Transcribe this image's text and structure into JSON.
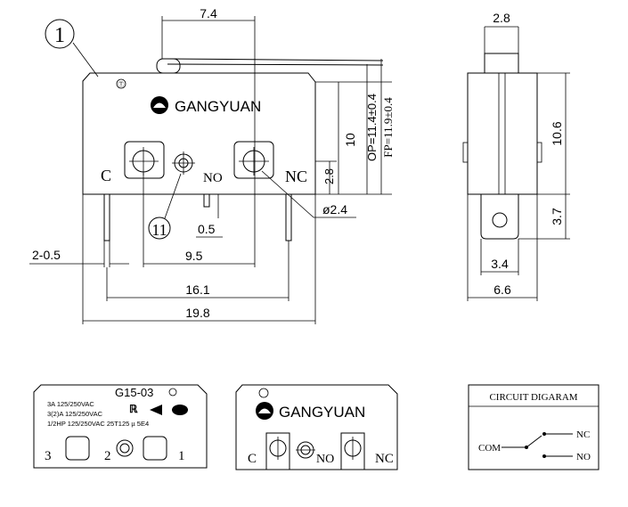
{
  "callouts": {
    "one": "1",
    "eleven": "11"
  },
  "brand": {
    "name": "GANGYUAN",
    "mark": "Ⓣ"
  },
  "dims": {
    "lever_offset": "7.4",
    "height_10": "10",
    "op": "OP=11.4±0.4",
    "fp": "FP=11.9±0.4",
    "hole_dia": "ø2.4",
    "terminal_2_8": "2.8",
    "depth_0_5": "0.5",
    "pitch_9_5": "9.5",
    "width_16_1": "16.1",
    "width_19_8": "19.8",
    "thickness": "2-0.5",
    "side_2_8": "2.8",
    "side_10_6": "10.6",
    "side_3_7": "3.7",
    "side_3_4": "3.4",
    "side_6_6": "6.6"
  },
  "terminals_front": {
    "c": "C",
    "no": "NO",
    "nc": "NC"
  },
  "label_plate": {
    "model": "G15-03",
    "rating1": "3A 125/250VAC",
    "rating2": "3(2)A 125/250VAC",
    "rating3": "1/2HP 125/250VAC 25T125 µ 5E4",
    "term3": "3",
    "term2": "2",
    "term1": "1"
  },
  "back_view": {
    "c": "C",
    "no": "NO",
    "nc": "NC"
  },
  "circuit": {
    "title": "CIRCUIT DIGARAM",
    "com": "COM",
    "nc": "NC",
    "no": "NO"
  }
}
